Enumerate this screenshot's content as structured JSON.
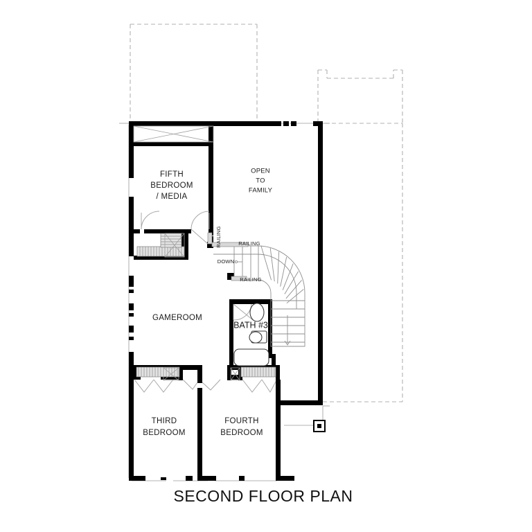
{
  "document": {
    "type": "architectural-floor-plan",
    "title": "SECOND FLOOR PLAN",
    "background_color": "#ffffff",
    "line_color": "#000000",
    "dashed_outline_color": "#b0b0b0"
  },
  "rooms": [
    {
      "id": "fifth-bedroom",
      "label": "FIFTH\nBEDROOM\n/ MEDIA",
      "lines": [
        "FIFTH",
        "BEDROOM",
        "/ MEDIA"
      ]
    },
    {
      "id": "open-to-family",
      "label": "OPEN\nTO\nFAMILY",
      "lines": [
        "OPEN",
        "TO",
        "FAMILY"
      ]
    },
    {
      "id": "gameroom",
      "label": "GAMEROOM",
      "lines": [
        "GAMEROOM"
      ]
    },
    {
      "id": "bath-3",
      "label": "BATH #3",
      "lines": [
        "BATH #3"
      ]
    },
    {
      "id": "third-bedroom",
      "label": "THIRD\nBEDROOM",
      "lines": [
        "THIRD",
        "BEDROOM"
      ]
    },
    {
      "id": "fourth-bedroom",
      "label": "FOURTH\nBEDROOM",
      "lines": [
        "FOURTH",
        "BEDROOM"
      ]
    }
  ],
  "labels": {
    "fifth_bedroom_l1": "FIFTH",
    "fifth_bedroom_l2": "BEDROOM",
    "fifth_bedroom_l3": "/ MEDIA",
    "open_to_family_l1": "OPEN",
    "open_to_family_l2": "TO",
    "open_to_family_l3": "FAMILY",
    "gameroom": "GAMEROOM",
    "bath3": "BATH #3",
    "third_bedroom_l1": "THIRD",
    "third_bedroom_l2": "BEDROOM",
    "fourth_bedroom_l1": "FOURTH",
    "fourth_bedroom_l2": "BEDROOM",
    "railing_vertical": "RAILING",
    "railing_upper": "RAILING",
    "railing_lower": "RAILING",
    "down": "DOWN",
    "plan_title": "SECOND FLOOR PLAN"
  },
  "annotations": [
    {
      "id": "railing-vertical",
      "text": "RAILING",
      "orientation": "vertical"
    },
    {
      "id": "railing-upper",
      "text": "RAILING",
      "orientation": "horizontal"
    },
    {
      "id": "railing-lower",
      "text": "RAILING",
      "orientation": "horizontal"
    },
    {
      "id": "down-arrow",
      "text": "DOWN",
      "orientation": "horizontal"
    }
  ],
  "features": {
    "stair": {
      "type": "curved-winder-stair",
      "direction": "DOWN",
      "tread_count": 16
    },
    "fixtures": [
      "sink",
      "toilet",
      "bathtub"
    ],
    "closets": [
      "fifth-bedroom-closet",
      "linen-closet",
      "third-bedroom-closet",
      "fourth-bedroom-closet"
    ],
    "column_symbol": "square-post"
  }
}
